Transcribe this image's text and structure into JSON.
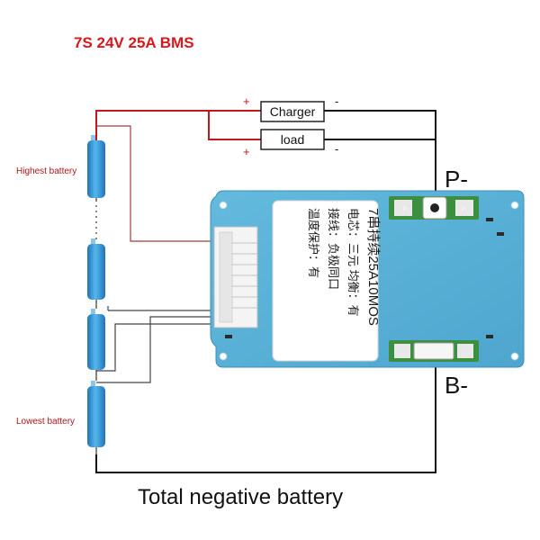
{
  "title": "7S 24V 25A BMS",
  "title_color": "#d9181e",
  "charger_label": "Charger",
  "load_label": "load",
  "plus_sign": "+",
  "minus_sign": "-",
  "p_minus_label": "P-",
  "b_minus_label": "B-",
  "highest_battery_label": "Highest battery",
  "lowest_battery_label": "Lowest battery",
  "footer_label": "Total negative battery",
  "sticker": {
    "line1": "7串持续25A10MOS",
    "line2": "电芯：三元  均衡：有",
    "line3": "接线：负极同口",
    "line4": "温度保护：有"
  },
  "pad_labels": {
    "left": "P-",
    "right": "P-"
  },
  "colors": {
    "board": "#5ab1d8",
    "battery": "#3a9ad6",
    "positive_wire": "#c0181e",
    "negative_wire": "#111111",
    "balance_wire": "#a63a3a",
    "side_label": "#b0141a"
  }
}
